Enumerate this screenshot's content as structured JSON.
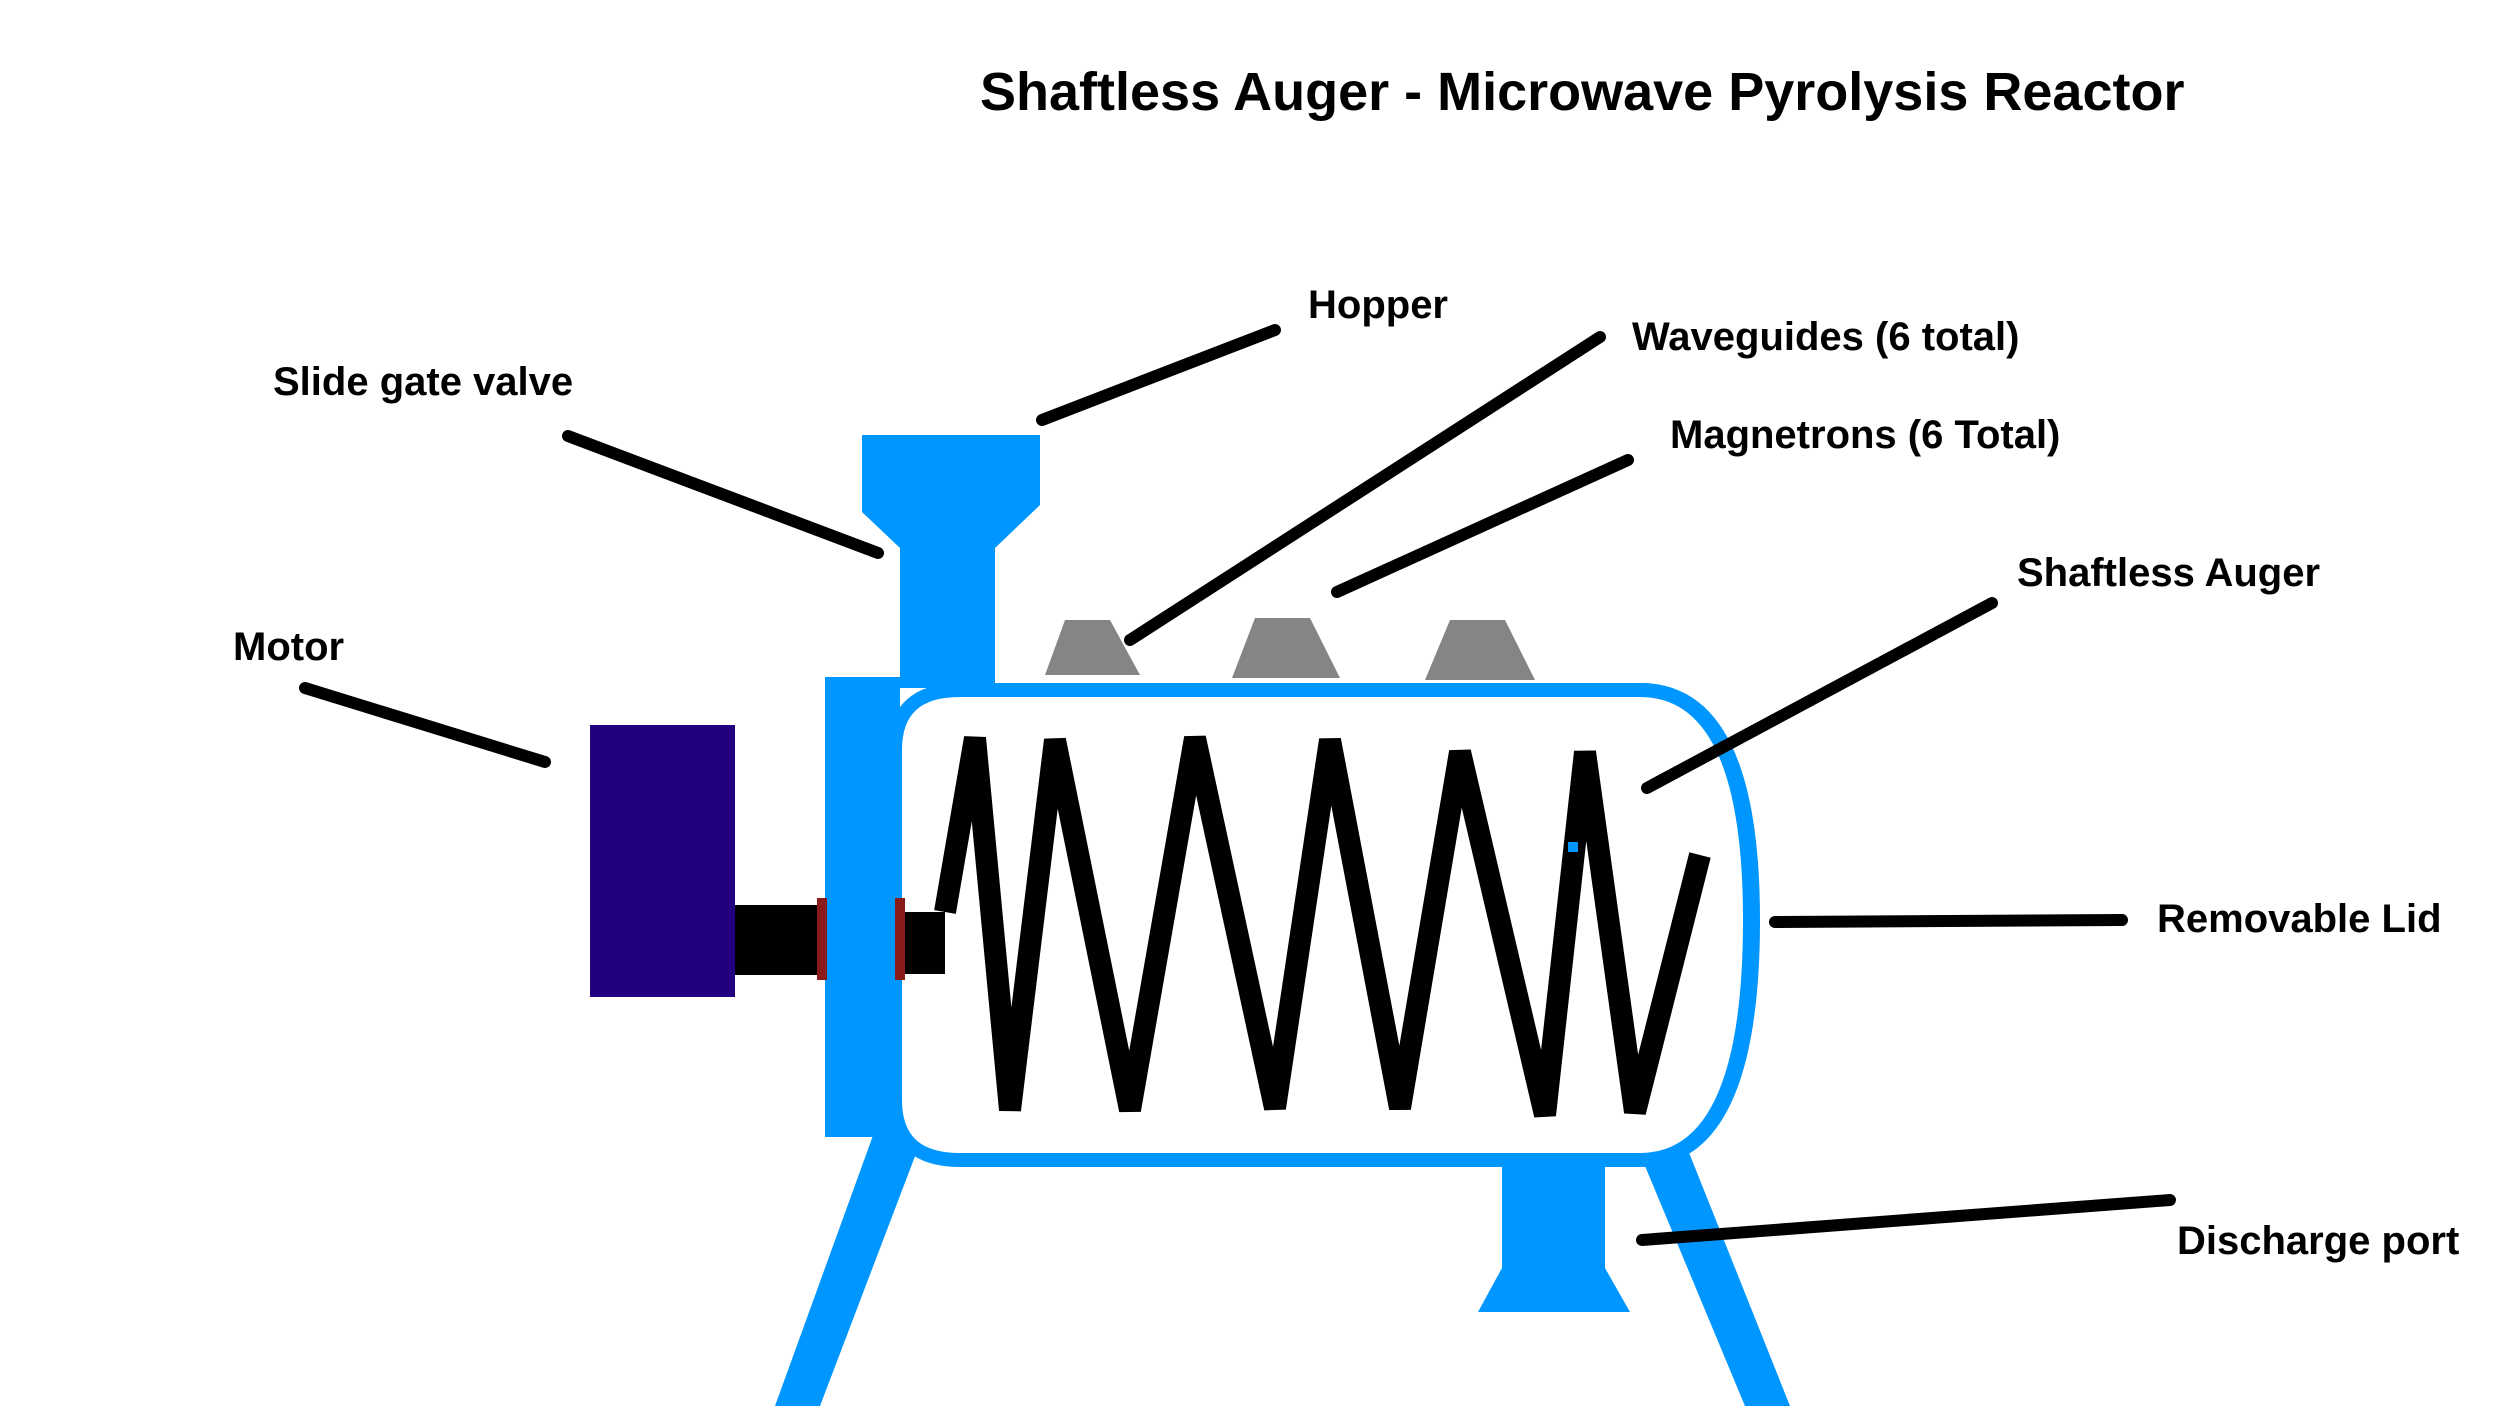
{
  "title": "Shaftless Auger - Microwave Pyrolysis Reactor",
  "labels": {
    "hopper": "Hopper",
    "slide_gate_valve": "Slide gate valve",
    "waveguides": "Waveguides (6 total)",
    "magnetrons": "Magnetrons (6 Total)",
    "shaftless_auger": "Shaftless Auger",
    "motor": "Motor",
    "removable_lid": "Removable Lid",
    "discharge_port": "Discharge port"
  },
  "colors": {
    "reactor_blue": "#0096ff",
    "motor_navy": "#220080",
    "waveguide_gray": "#858585",
    "seal_red": "#8b1a1a",
    "auger_black": "#000000",
    "leader_black": "#000000"
  }
}
